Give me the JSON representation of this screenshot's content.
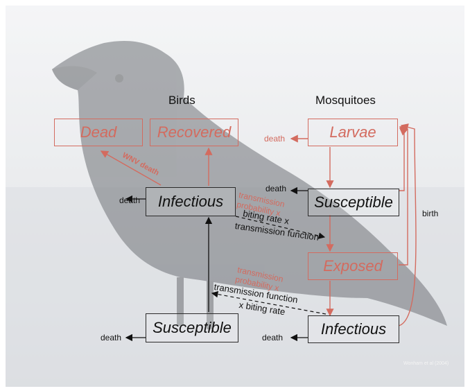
{
  "headers": {
    "birds": "Birds",
    "mosquitoes": "Mosquitoes"
  },
  "birds": {
    "dead": "Dead",
    "recovered": "Recovered",
    "infectious": "Infectious",
    "susceptible": "Susceptible"
  },
  "mosquitoes": {
    "larvae": "Larvae",
    "susceptible": "Susceptible",
    "exposed": "Exposed",
    "infectious": "Infectious"
  },
  "labels": {
    "death": "death",
    "birth": "birth",
    "wnv_death": "WNV death",
    "upper_red": "transmission probability x",
    "upper_black_1": "biting rate x",
    "upper_black_2": "transmission function",
    "lower_red": "transmission probability x",
    "lower_black_1": "transmission function",
    "lower_black_2": "x biting rate",
    "citation": "Wonham et al (2004)"
  },
  "colors": {
    "red": "#d36b5f",
    "black": "#111111"
  }
}
